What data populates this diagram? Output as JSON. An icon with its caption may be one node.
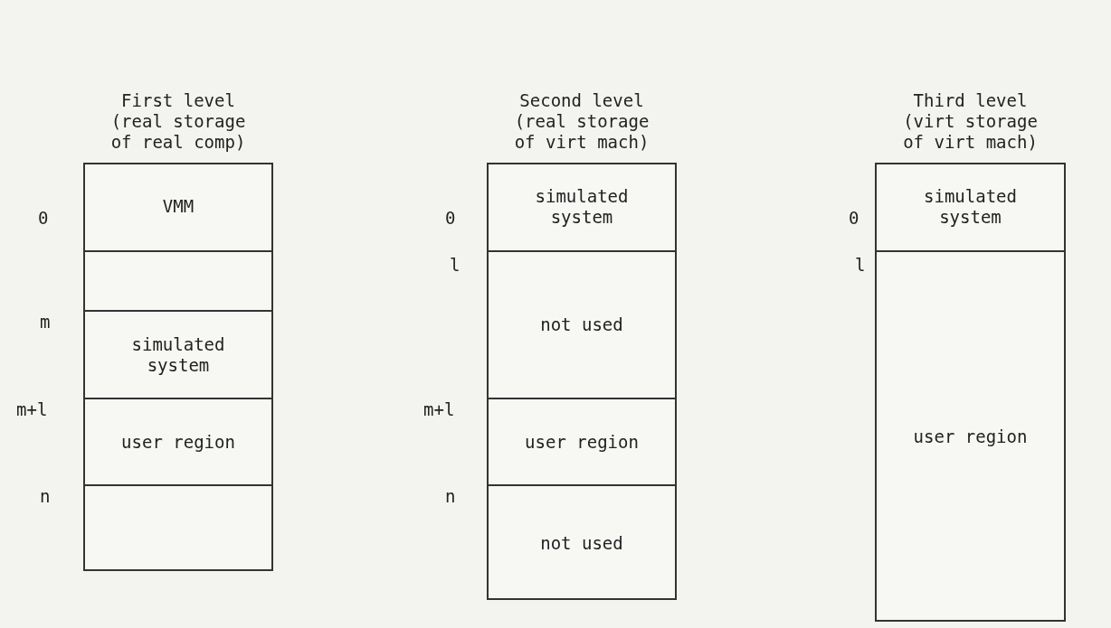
{
  "diagram": {
    "nodes": [
      {
        "text": [
          "First level (real storage of real comp)"
        ]
      },
      {
        "text": [
          "VMM"
        ],
        "in": 0
      },
      {
        "text": [],
        "shape": "box",
        "in": 0
      },
      {
        "text": [
          "simulated system"
        ],
        "in": 0
      },
      {
        "text": [
          "user region"
        ],
        "in": 0
      },
      {
        "text": [],
        "shape": "box",
        "in": 0
      },
      {
        "text": [
          "Second level (real storage of virt mach)"
        ]
      },
      {
        "text": [
          "simulated system"
        ],
        "in": 6
      },
      {
        "text": [
          "not used"
        ],
        "in": 6
      },
      {
        "text": [
          "user region"
        ],
        "in": 6
      },
      {
        "text": [
          "not used"
        ],
        "in": 6
      },
      {
        "text": [
          "Third level (virt storage of virt mach)"
        ]
      },
      {
        "text": [
          "simulated system"
        ],
        "in": 11
      },
      {
        "text": [
          "user region"
        ],
        "in": 11
      }
    ],
    "edges": [],
    "labels": [
      "0",
      "m",
      "m+l",
      "n",
      "0",
      "l",
      "m+l",
      "n",
      "0",
      "l"
    ]
  }
}
